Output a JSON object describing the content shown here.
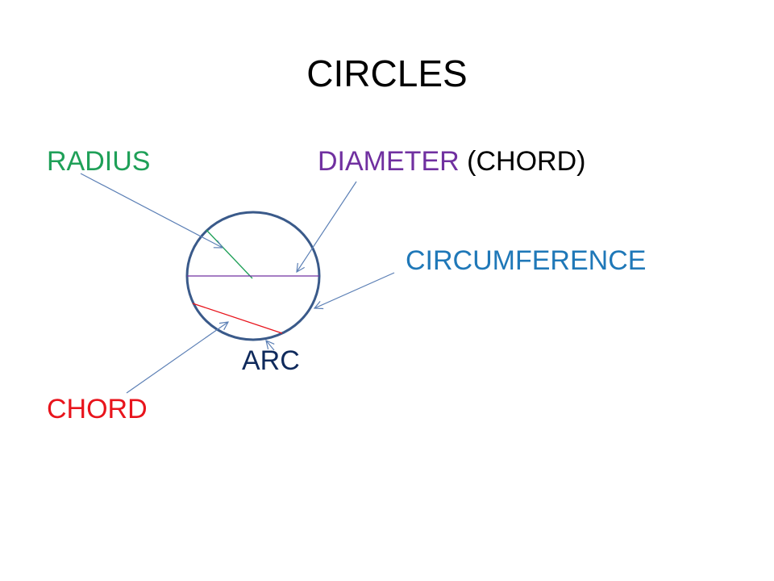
{
  "title": "CIRCLES",
  "labels": {
    "radius": "RADIUS",
    "diameter": "DIAMETER",
    "diameter_note": "(CHORD)",
    "circumference": "CIRCUMFERENCE",
    "arc": "ARC",
    "chord": "CHORD"
  },
  "colors": {
    "radius": "#1fa058",
    "diameter": "#7030a0",
    "circumference": "#1f78b8",
    "arc": "#0f2a5c",
    "chord": "#e8141c",
    "circle": "#3a5a8a",
    "arrow": "#5b7fb5"
  }
}
